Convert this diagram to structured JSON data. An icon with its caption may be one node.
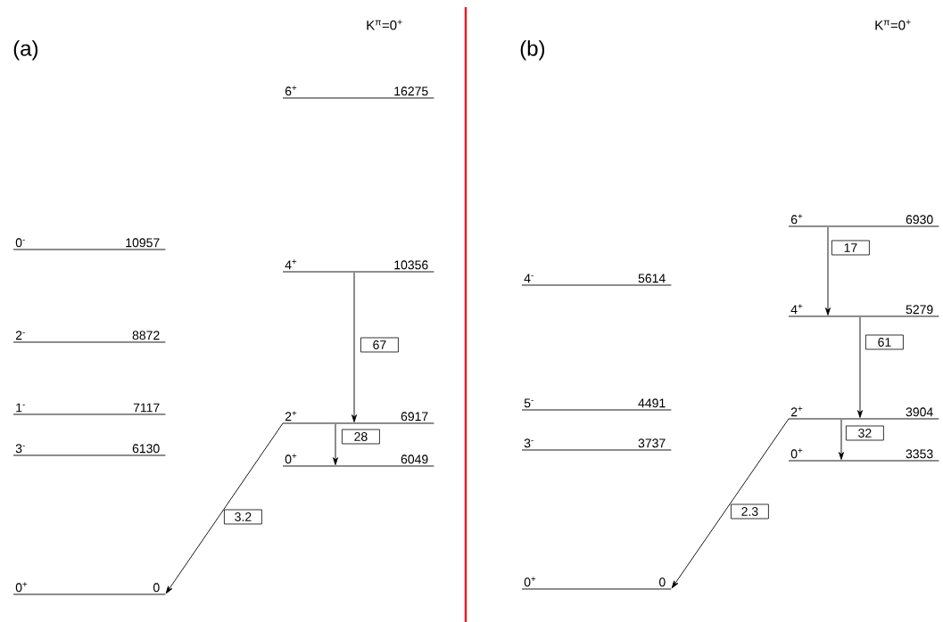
{
  "diagram": {
    "nodes": [
      {
        "text": [
          "6$^{+}$",
          "16275"
        ]
      },
      {
        "text": [
          "0$^{-}$",
          "10957"
        ]
      },
      {
        "text": [
          "4$^{+}$",
          "10356"
        ]
      },
      {
        "text": [
          "2$^{-}$",
          "8872"
        ]
      },
      {
        "text": [
          "1$^{-}$",
          "7117"
        ]
      },
      {
        "text": [
          "2$^{+}$",
          "6917"
        ]
      },
      {
        "text": [
          "3$^{-}$",
          "6130"
        ]
      },
      {
        "text": [
          "0$^{+}$",
          "6049"
        ]
      },
      {
        "text": [
          "0$^{+}$",
          "0"
        ]
      },
      {
        "text": [
          "6$^{+}$",
          "6930"
        ]
      },
      {
        "text": [
          "4$^{-}$",
          "5614"
        ]
      },
      {
        "text": [
          "4$^{+}$",
          "5279"
        ]
      },
      {
        "text": [
          "5$^{-}$",
          "4491"
        ]
      },
      {
        "text": [
          "2$^{+}$",
          "3904"
        ]
      },
      {
        "text": [
          "3$^{-}$",
          "3737"
        ]
      },
      {
        "text": [
          "0$^{+}$",
          "3353"
        ]
      },
      {
        "text": [
          "0$^{+}$",
          "0"
        ]
      }
    ],
    "edges": [
      {
        "from": 2,
        "to": 5,
        "arrow": "to",
        "label": "67"
      },
      {
        "from": 5,
        "to": 7,
        "arrow": "to",
        "label": "28"
      },
      {
        "from": 5,
        "to": 8,
        "arrow": "to",
        "label": "3.2"
      },
      {
        "from": 9,
        "to": 11,
        "arrow": "to",
        "label": "17"
      },
      {
        "from": 11,
        "to": 13,
        "arrow": "to",
        "label": "61"
      },
      {
        "from": 13,
        "to": 15,
        "arrow": "to",
        "label": "32"
      },
      {
        "from": 13,
        "to": 16,
        "arrow": "to",
        "label": "2.3"
      }
    ],
    "labels": [
      "(a)",
      "K$^{π}$=0$^{+}$",
      "(b)",
      "K$^{π}$=0$^{+}$"
    ]
  }
}
